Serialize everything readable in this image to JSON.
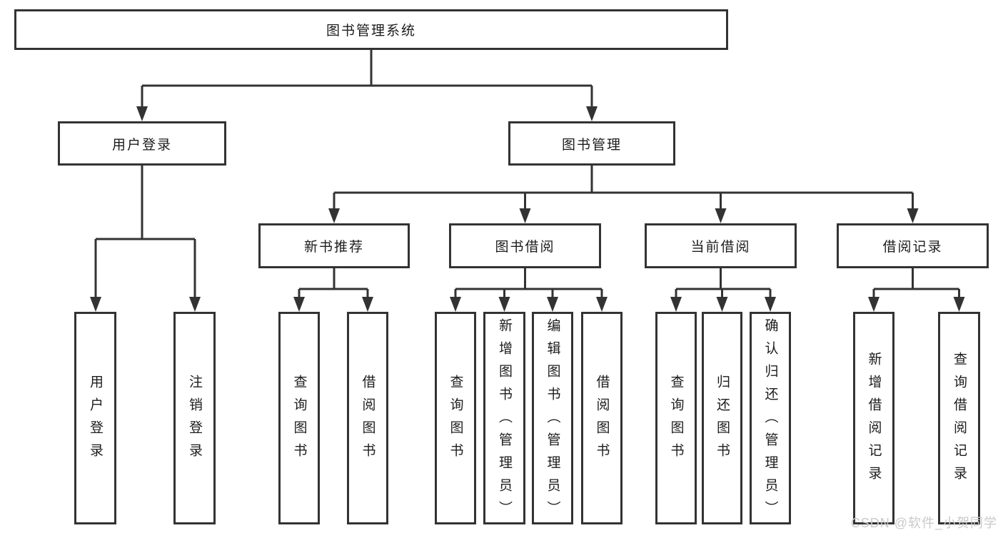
{
  "tree": {
    "root": "图书管理系统",
    "branches": [
      {
        "label": "用户登录",
        "children": [
          {
            "label": "用户登录"
          },
          {
            "label": "注销登录"
          }
        ]
      },
      {
        "label": "图书管理",
        "groups": [
          {
            "label": "新书推荐",
            "children": [
              {
                "label": "查询图书"
              },
              {
                "label": "借阅图书"
              }
            ]
          },
          {
            "label": "图书借阅",
            "children": [
              {
                "label": "查询图书"
              },
              {
                "label": "新增图书（管理员）"
              },
              {
                "label": "编辑图书（管理员）"
              },
              {
                "label": "借阅图书"
              }
            ]
          },
          {
            "label": "当前借阅",
            "children": [
              {
                "label": "查询图书"
              },
              {
                "label": "归还图书"
              },
              {
                "label": "确认归还（管理员）"
              }
            ]
          },
          {
            "label": "借阅记录",
            "children": [
              {
                "label": "新增借阅记录"
              },
              {
                "label": "查询借阅记录"
              }
            ]
          }
        ]
      }
    ]
  },
  "watermark": "CSDN @软件_小贺同学",
  "colors": {
    "line": "#333333",
    "box_border": "#333333",
    "text": "#1c1c1c",
    "background": "#ffffff",
    "watermark": "#c9c9c9"
  }
}
